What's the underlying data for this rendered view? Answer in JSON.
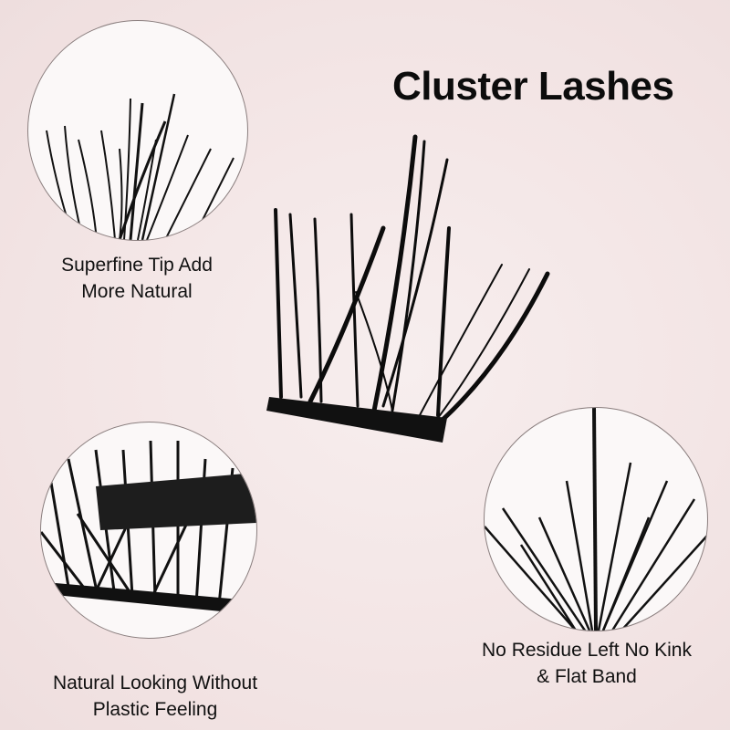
{
  "title": "Cluster Lashes",
  "features": [
    {
      "line1": "Superfine Tip Add",
      "line2": "More Natural"
    },
    {
      "line1": "Natural Looking Without",
      "line2": "Plastic Feeling"
    },
    {
      "line1": "No Residue Left No Kink",
      "line2": "& Flat Band"
    }
  ],
  "colors": {
    "background": "#f3e5e5",
    "lash": "#0c0c0c"
  }
}
